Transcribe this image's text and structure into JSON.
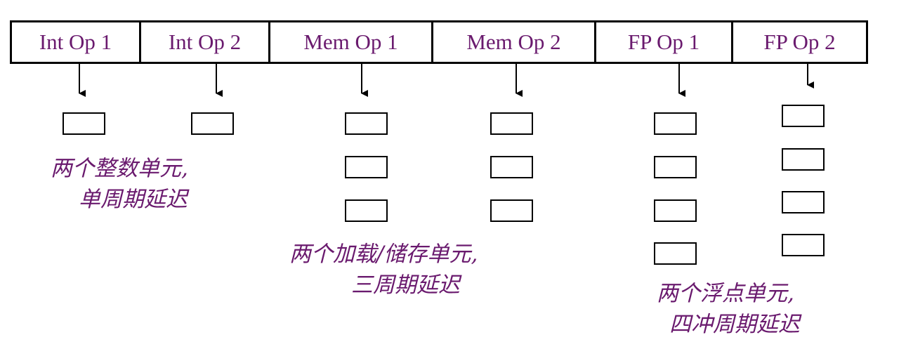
{
  "header": {
    "units": [
      {
        "label": "Int Op 1"
      },
      {
        "label": "Int Op 2"
      },
      {
        "label": "Mem Op 1"
      },
      {
        "label": "Mem Op 2"
      },
      {
        "label": "FP Op 1"
      },
      {
        "label": "FP Op 2"
      }
    ]
  },
  "captions": {
    "integer": {
      "line1": "两个整数单元,",
      "line2": "单周期延迟"
    },
    "memory": {
      "line1": "两个加载/储存单元,",
      "line2": "三周期延迟"
    },
    "floating_point": {
      "line1": "两个浮点单元,",
      "line2": "四冲周期延迟"
    }
  },
  "pipeline_depths": {
    "int_op_1": 1,
    "int_op_2": 1,
    "mem_op_1": 3,
    "mem_op_2": 3,
    "fp_op_1": 4,
    "fp_op_2": 4
  },
  "colors": {
    "text": "#6a1a6e",
    "lines": "#000000",
    "background": "#ffffff"
  }
}
